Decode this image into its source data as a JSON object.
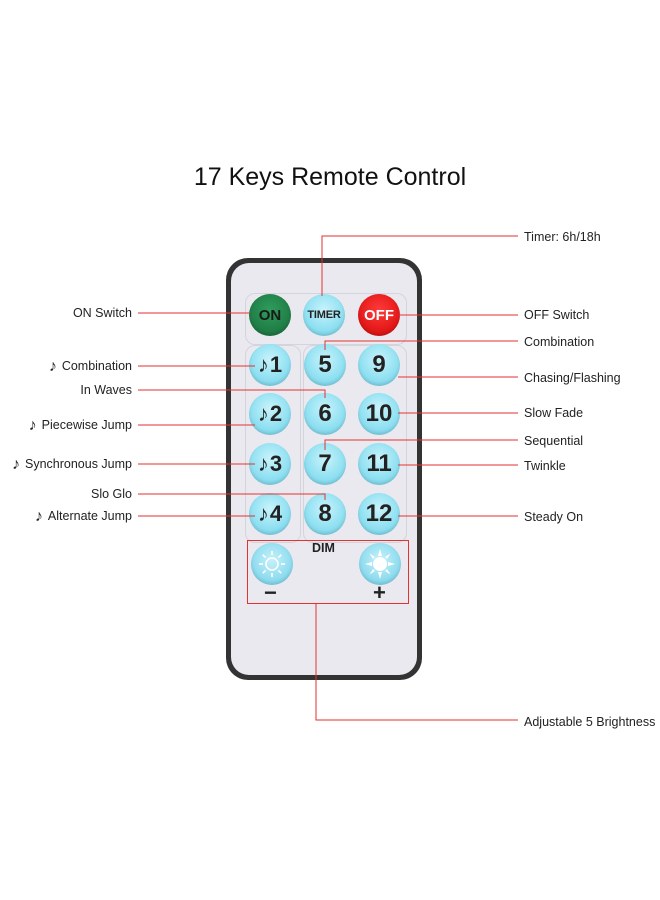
{
  "title": "17 Keys Remote Control",
  "colors": {
    "callout_line": "#e23232",
    "on_key": "#1f7a44",
    "off_key": "#e01515",
    "key_face": "#92e1f2",
    "remote_body": "#333333"
  },
  "keys": {
    "on": "ON",
    "timer": "TIMER",
    "off": "OFF",
    "m1": "1",
    "m2": "2",
    "m3": "3",
    "m4": "4",
    "k5": "5",
    "k6": "6",
    "k7": "7",
    "k8": "8",
    "k9": "9",
    "k10": "10",
    "k11": "11",
    "k12": "12",
    "note_glyph": "♪",
    "dim_label": "DIM",
    "dim_minus": "−",
    "dim_plus": "+",
    "dim_minus_icon": "sun-outline-icon",
    "dim_plus_icon": "sun-filled-icon"
  },
  "labels": {
    "on_switch": "ON Switch",
    "combination_music": "Combination",
    "in_waves": "In Waves",
    "piecewise_jump": "Piecewise Jump",
    "synchronous_jump": "Synchronous Jump",
    "slo_glo": "Slo Glo",
    "alternate_jump": "Alternate Jump",
    "timer": "Timer: 6h/18h",
    "off_switch": "OFF Switch",
    "combination": "Combination",
    "chasing_flashing": "Chasing/Flashing",
    "slow_fade": "Slow Fade",
    "sequential": "Sequential",
    "twinkle": "Twinkle",
    "steady_on": "Steady On",
    "brightness": "Adjustable 5 Brightness"
  }
}
